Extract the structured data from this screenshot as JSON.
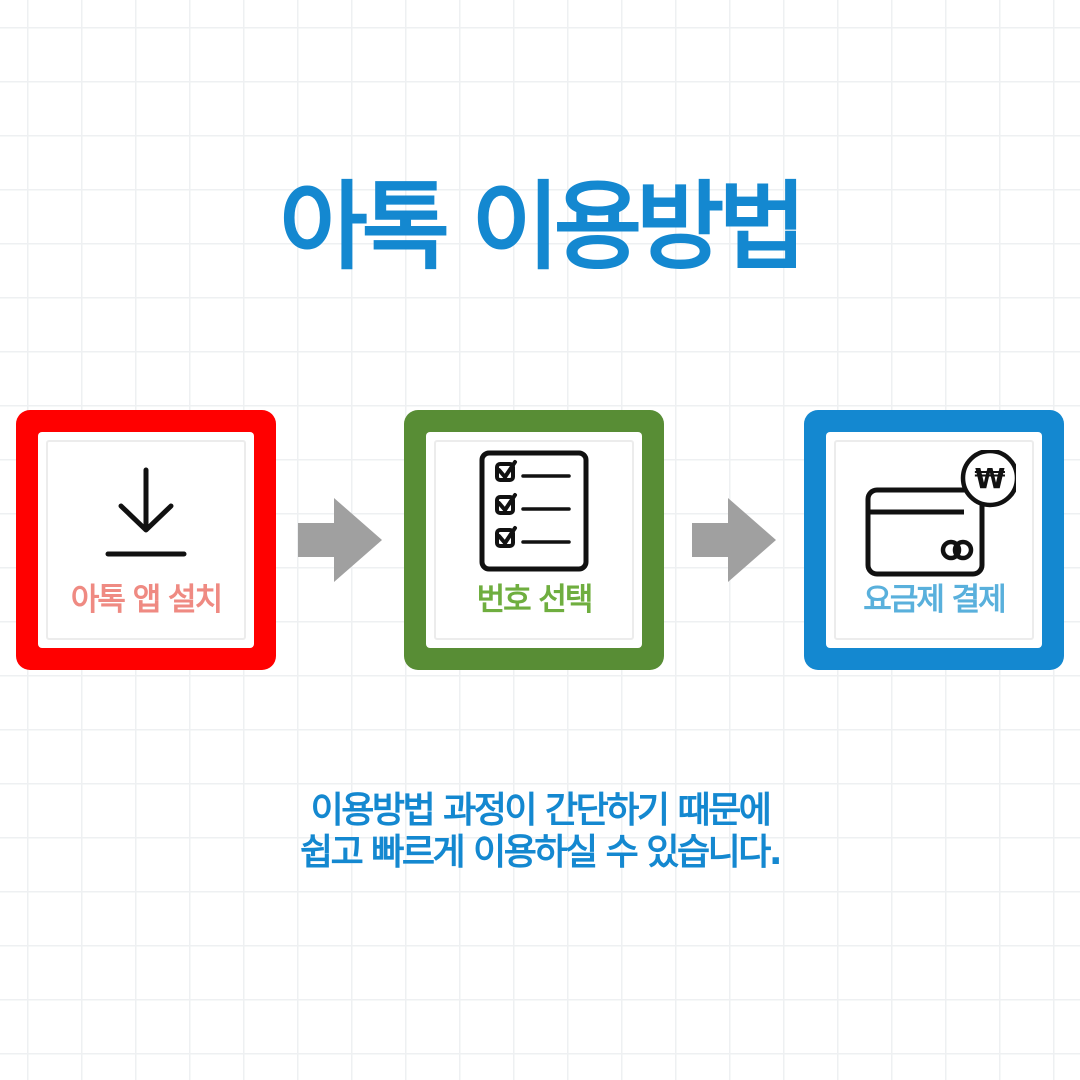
{
  "title": "아톡 이용방법",
  "steps": [
    {
      "label": "아톡 앱 설치",
      "icon": "download-icon",
      "frame_color": "#ff0000",
      "label_color": "#ef8a82"
    },
    {
      "label": "번호 선택",
      "icon": "checklist-icon",
      "frame_color": "#588d35",
      "label_color": "#6fae3f"
    },
    {
      "label": "요금제 결제",
      "icon": "credit-card-won-icon",
      "frame_color": "#1488d0",
      "label_color": "#59b0dc",
      "currency_symbol": "₩"
    }
  ],
  "arrow_icon": "arrow-right-icon",
  "arrow_color": "#a0a0a0",
  "description": {
    "line1": "이용방법 과정이 간단하기 때문에",
    "line2": "쉽고 빠르게 이용하실 수 있습니다."
  },
  "colors": {
    "accent": "#1488d0",
    "grid": "#eef0f2"
  }
}
